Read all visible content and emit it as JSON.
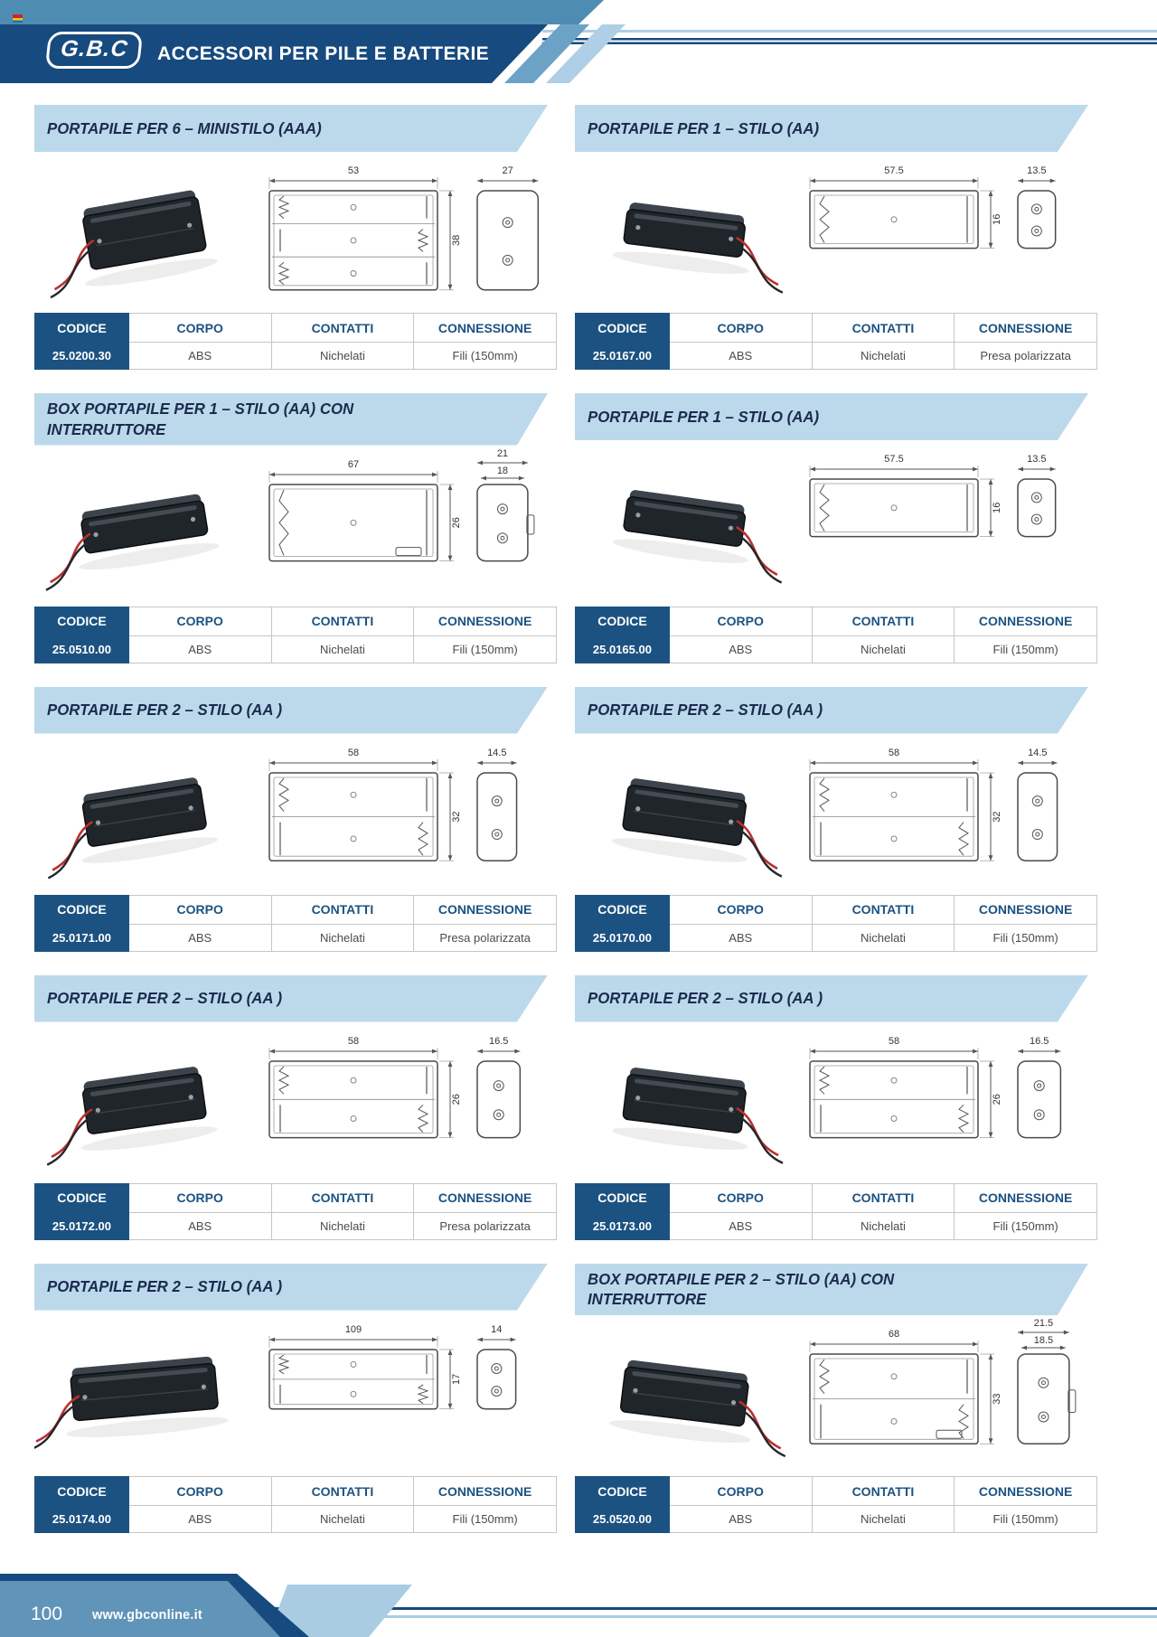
{
  "header": {
    "logo": "G.B.C",
    "title": "ACCESSORI PER PILE E BATTERIE"
  },
  "table_headers": [
    "CODICE",
    "CORPO",
    "CONTATTI",
    "CONNESSIONE"
  ],
  "colors": {
    "navy": "#174a7e",
    "strip_blue": "#4e8cb2",
    "steel_blue": "#6ba2c6",
    "pale_blue": "#aecfe5",
    "banner_blue": "#bcd9ec",
    "table_blue": "#1c5281",
    "footer_band": "#6094b9"
  },
  "sections": [
    {
      "title": "PORTAPILE PER 6 – MINISTILO (AAA)",
      "title2": "",
      "code": "25.0200.30",
      "corpo": "ABS",
      "contatti": "Nichelati",
      "connessione": "Fili (150mm)",
      "dims": {
        "w": "53",
        "h": "38",
        "w2": "27",
        "w2b": ""
      },
      "slots": 3,
      "box": false
    },
    {
      "title": "PORTAPILE PER 1 – STILO (AA)",
      "title2": "",
      "code": "25.0167.00",
      "corpo": "ABS",
      "contatti": "Nichelati",
      "connessione": "Presa polarizzata",
      "dims": {
        "w": "57.5",
        "h": "16",
        "w2": "13.5",
        "w2b": ""
      },
      "slots": 1,
      "box": false
    },
    {
      "title": "BOX PORTAPILE PER 1 – STILO (AA) CON",
      "title2": "INTERRUTTORE",
      "code": "25.0510.00",
      "corpo": "ABS",
      "contatti": "Nichelati",
      "connessione": "Fili (150mm)",
      "dims": {
        "w": "67",
        "h": "26",
        "w2": "21",
        "w2b": "18"
      },
      "slots": 1,
      "box": true
    },
    {
      "title": "PORTAPILE PER 1 – STILO (AA)",
      "title2": "",
      "code": "25.0165.00",
      "corpo": "ABS",
      "contatti": "Nichelati",
      "connessione": "Fili (150mm)",
      "dims": {
        "w": "57.5",
        "h": "16",
        "w2": "13.5",
        "w2b": ""
      },
      "slots": 1,
      "box": false
    },
    {
      "title": "PORTAPILE PER 2 – STILO (AA )",
      "title2": "",
      "code": "25.0171.00",
      "corpo": "ABS",
      "contatti": "Nichelati",
      "connessione": "Presa polarizzata",
      "dims": {
        "w": "58",
        "h": "32",
        "w2": "14.5",
        "w2b": ""
      },
      "slots": 2,
      "box": false
    },
    {
      "title": "PORTAPILE PER 2 – STILO (AA )",
      "title2": "",
      "code": "25.0170.00",
      "corpo": "ABS",
      "contatti": "Nichelati",
      "connessione": "Fili (150mm)",
      "dims": {
        "w": "58",
        "h": "32",
        "w2": "14.5",
        "w2b": ""
      },
      "slots": 2,
      "box": false
    },
    {
      "title": "PORTAPILE PER 2 – STILO (AA )",
      "title2": "",
      "code": "25.0172.00",
      "corpo": "ABS",
      "contatti": "Nichelati",
      "connessione": "Presa polarizzata",
      "dims": {
        "w": "58",
        "h": "26",
        "w2": "16.5",
        "w2b": ""
      },
      "slots": 2,
      "box": false
    },
    {
      "title": "PORTAPILE PER 2 – STILO (AA )",
      "title2": "",
      "code": "25.0173.00",
      "corpo": "ABS",
      "contatti": "Nichelati",
      "connessione": "Fili (150mm)",
      "dims": {
        "w": "58",
        "h": "26",
        "w2": "16.5",
        "w2b": ""
      },
      "slots": 2,
      "box": false
    },
    {
      "title": "PORTAPILE PER 2 – STILO (AA )",
      "title2": "",
      "code": "25.0174.00",
      "corpo": "ABS",
      "contatti": "Nichelati",
      "connessione": "Fili (150mm)",
      "dims": {
        "w": "109",
        "h": "17",
        "w2": "14",
        "w2b": ""
      },
      "slots": 2,
      "box": false
    },
    {
      "title": "BOX PORTAPILE PER 2 – STILO (AA) CON",
      "title2": "INTERRUTTORE",
      "code": "25.0520.00",
      "corpo": "ABS",
      "contatti": "Nichelati",
      "connessione": "Fili (150mm)",
      "dims": {
        "w": "68",
        "h": "33",
        "w2": "21.5",
        "w2b": "18.5"
      },
      "slots": 2,
      "box": true
    }
  ],
  "footer": {
    "page": "100",
    "site": "www.gbconline.it"
  }
}
